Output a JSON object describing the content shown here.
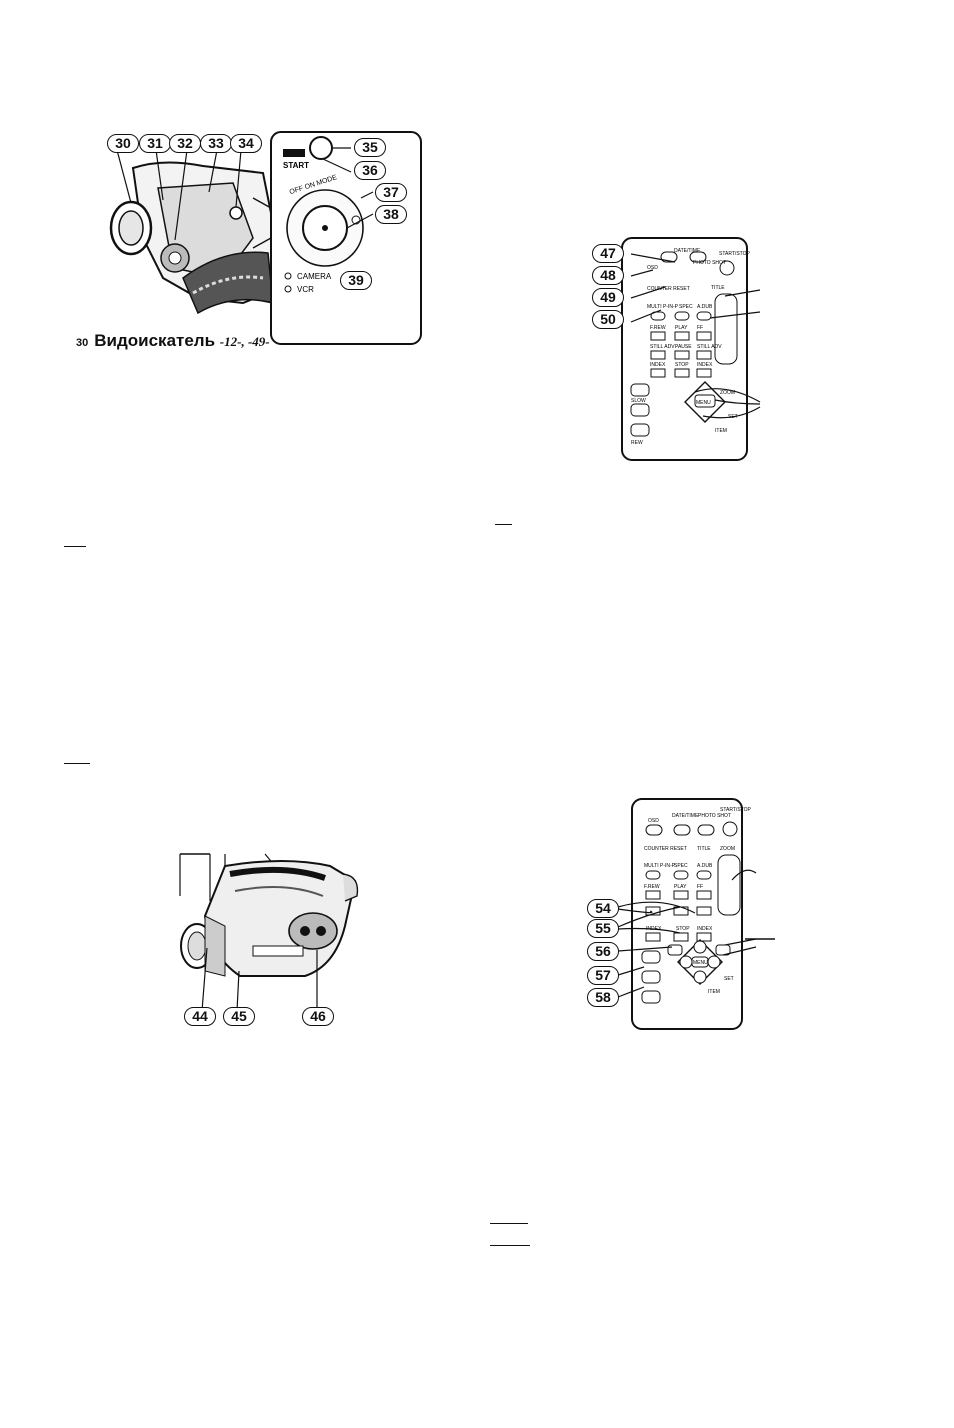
{
  "figure1": {
    "callouts": [
      "30",
      "31",
      "32",
      "33",
      "34",
      "35",
      "36",
      "37",
      "38",
      "39"
    ],
    "labels": {
      "start": "START",
      "off_on_mode": "OFF  ON  MODE",
      "camera": "CAMERA",
      "vcr": "VCR"
    }
  },
  "caption": {
    "number": "30",
    "title": "Видоискатель",
    "refs": "-12-, -49-"
  },
  "remote1": {
    "callouts": [
      "47",
      "48",
      "49",
      "50"
    ],
    "labels": {
      "date_time": "DATE/TIME",
      "osd": "OSD",
      "photo_shot": "PHOTO SHOT",
      "start_stop": "START/STOP",
      "counter_reset": "COUNTER RESET",
      "title": "TITLE",
      "multi_p_in_p": "MULTI P-IN-P",
      "spec": "SPEC",
      "a_dub": "A.DUB",
      "f_rew": "F.REW",
      "play": "PLAY",
      "ff": "FF",
      "still_adv": "STILL ADV",
      "pause": "PAUSE",
      "index": "INDEX",
      "stop": "STOP",
      "zoom": "ZOOM",
      "menu": "MENU",
      "item": "ITEM",
      "slow": "SLOW",
      "rew": "REW",
      "set": "SET"
    }
  },
  "figure2": {
    "callouts": [
      "44",
      "45",
      "46"
    ]
  },
  "remote2": {
    "callouts": [
      "54",
      "55",
      "56",
      "57",
      "58"
    ],
    "labels": {
      "osd": "OSD",
      "date_time": "DATE/TIME",
      "photo_shot": "PHOTO SHOT",
      "start_stop": "START/STOP",
      "counter_reset": "COUNTER RESET",
      "title": "TITLE",
      "zoom": "ZOOM",
      "multi_p_in_p": "MULTI P-IN-P",
      "spec": "SPEC",
      "a_dub": "A.DUB",
      "f_rew": "F.REW",
      "play": "PLAY",
      "ff": "FF",
      "index": "INDEX",
      "stop": "STOP",
      "menu": "MENU",
      "item": "ITEM",
      "set": "SET"
    }
  }
}
